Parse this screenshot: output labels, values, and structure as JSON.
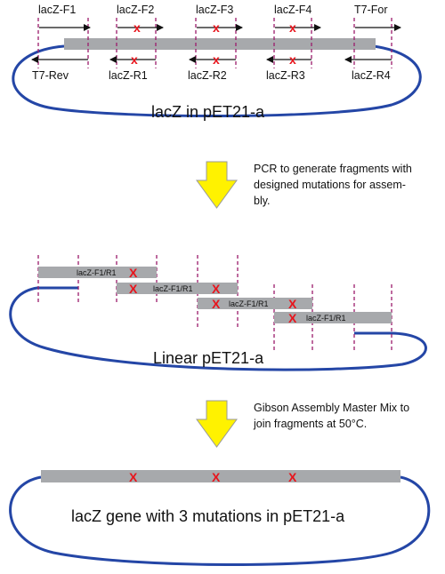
{
  "colors": {
    "plasmid": "#2446a6",
    "gene_bar": "#a7a9ac",
    "dash": "#9b1b6b",
    "mutation": "#e8141c",
    "step_arrow_fill": "#fff200",
    "step_arrow_stroke": "#9a9a9a"
  },
  "panel1": {
    "forward_primers": [
      "lacZ-F1",
      "lacZ-F2",
      "lacZ-F3",
      "lacZ-F4",
      "T7-For"
    ],
    "reverse_primers": [
      "T7-Rev",
      "lacZ-R1",
      "lacZ-R2",
      "lacZ-R3",
      "lacZ-R4"
    ],
    "caption": "lacZ in pET21-a",
    "mutation_mark": "x"
  },
  "step1": {
    "line1": "PCR to generate fragments with",
    "line2": "designed mutations for assem-",
    "line3": "bly."
  },
  "panel2": {
    "fragment_labels": [
      "lacZ-F1/R1",
      "lacZ-F1/R1",
      "lacZ-F1/R1",
      "lacZ-F1/R1"
    ],
    "caption": "Linear pET21-a",
    "mutation_mark": "X"
  },
  "step2": {
    "line1": "Gibson Assembly Master Mix to",
    "line2": "join fragments at 50°C."
  },
  "panel3": {
    "caption": "lacZ gene with 3 mutations in pET21-a",
    "mutation_mark": "X"
  }
}
